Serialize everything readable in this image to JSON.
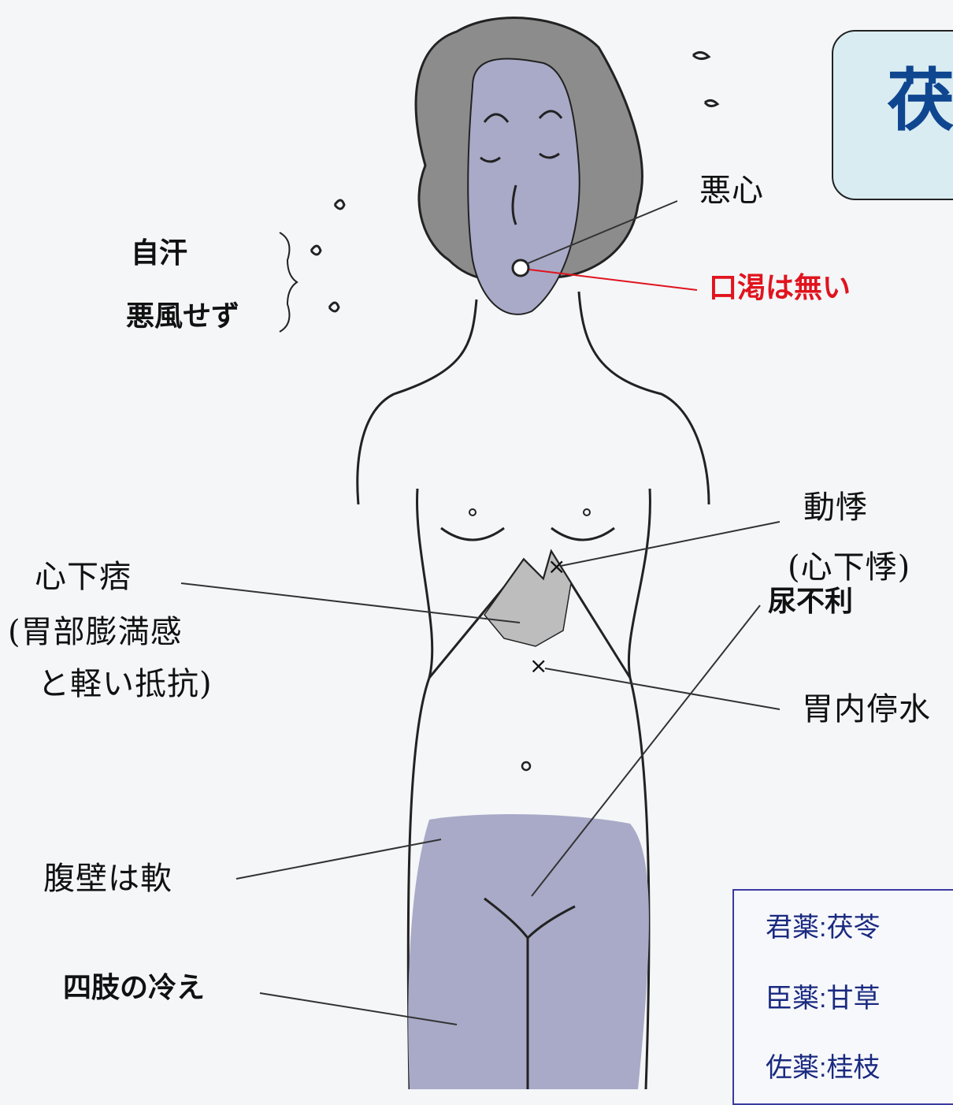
{
  "title": "茯",
  "labels": {
    "jikan": "自汗",
    "ofusezu": "悪風せず",
    "oshin": "悪心",
    "kokatsu": "口渇は無い",
    "douki": "動悸",
    "shinkaki": "(心下悸)",
    "shinkahi": "心下痞",
    "shinkahi_note1": "(胃部膨満感",
    "shinkahi_note2": "と軽い抵抗)",
    "inai": "胃内停水",
    "nyofuri": "尿不利",
    "fukuheki": "腹壁は軟",
    "shishi": "四肢の冷え"
  },
  "herbs": [
    "君薬:茯苓",
    "臣薬:甘草",
    "佐薬:桂枝"
  ],
  "colors": {
    "fill": "#a9aac8",
    "hair": "#8a8a8a",
    "red": "#e0141e",
    "title": "#0f4690"
  }
}
